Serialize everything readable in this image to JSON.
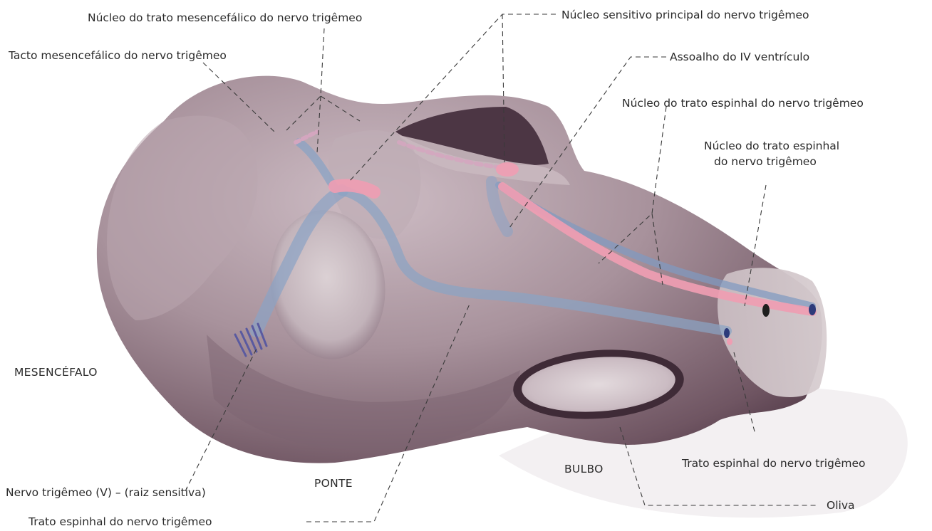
{
  "labels": {
    "nucleo_trato_mesencefalico": "Núcleo do trato mesencefálico do nervo trigêmeo",
    "tracto_mesencefalico": "Tacto mesencefálico do nervo trigêmeo",
    "nucleo_sensitivo_principal": "Núcleo sensitivo principal do nervo trigêmeo",
    "assoalho_iv_ventriculo": "Assoalho do IV ventrículo",
    "nucleo_trato_espinhal_1": "Núcleo do trato espinhal do nervo trigêmeo",
    "nucleo_trato_espinhal_2_line1": "Núcleo do trato espinhal",
    "nucleo_trato_espinhal_2_line2": "do nervo trigêmeo",
    "mesencefalo": "MESENCÉFALO",
    "ponte": "PONTE",
    "bulbo": "BULBO",
    "nervo_trigemeo_raiz": "Nervo trigêmeo (V) – (raiz sensitiva)",
    "trato_espinhal_bottom": "Trato espinhal do nervo trigêmeo",
    "trato_espinhal_right": "Trato espinhal do nervo trigêmeo",
    "oliva": "Oliva"
  },
  "colors": {
    "brainstem": "#a8929c",
    "brainstem_dark": "#5e4654",
    "nerve_tract": "#8aa3c4",
    "nucleus": "#ef9db2",
    "text": "#2a2a2a"
  }
}
